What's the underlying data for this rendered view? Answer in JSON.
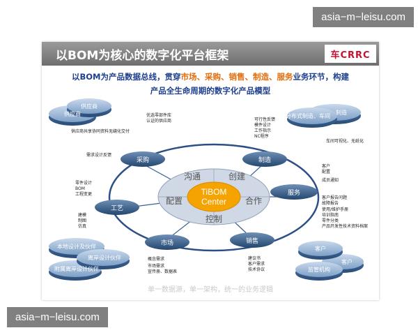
{
  "watermark": "asia−m−leisu.com",
  "slide": {
    "title": "以BOM为核心的数字化平台框架",
    "logo": "车CRRC",
    "subtitle": {
      "line1": [
        {
          "text": "以BOM为产品数据总线，贯穿",
          "hl": false
        },
        {
          "text": "市场、采购、销售、制造、服务",
          "hl": true
        },
        {
          "text": "业务环节，构建",
          "hl": false
        }
      ],
      "line2": "产品全生命周期的数字化产品模型"
    },
    "bottom_caption": "单一数据源，单一架构，统一的业务逻辑"
  },
  "colors": {
    "hub_orange": "#f5a300",
    "node_blue": "#2f5a8c",
    "ring_blue": "#2c4f86",
    "title_blue": "#1f3f8f",
    "highlight": "#e46c0a"
  },
  "hub": {
    "center_line1": "TiBOM",
    "center_line2": "Center",
    "segments": [
      "沟通",
      "创建",
      "合作",
      "控制",
      "配置"
    ]
  },
  "nodes": [
    {
      "id": "purchase",
      "label": "采购"
    },
    {
      "id": "manufacture",
      "label": "制造"
    },
    {
      "id": "service",
      "label": "服务"
    },
    {
      "id": "sales",
      "label": "销售"
    },
    {
      "id": "market",
      "label": "市场"
    },
    {
      "id": "process",
      "label": "工艺"
    }
  ],
  "disks": [
    {
      "id": "supplier",
      "label": "供应商",
      "back_label": "供应商"
    },
    {
      "id": "factory",
      "label": "分布式制造、车间",
      "back_label": "制造"
    },
    {
      "id": "local-design",
      "label": "本地设计及伙伴"
    },
    {
      "id": "offshore-design",
      "label": "离岸设计伙伴",
      "back_label": "附属离岸设计伙伴"
    },
    {
      "id": "customer",
      "label": "客户",
      "back_label": "客户"
    },
    {
      "id": "regulator",
      "label": "监管机构"
    }
  ],
  "notes": [
    {
      "id": "supplier-quality",
      "lines": [
        "优选零部件库",
        "认证的供应商"
      ]
    },
    {
      "id": "supplier-collab",
      "lines": [
        "供应商共享协同资料无缝化交付"
      ]
    },
    {
      "id": "demand-design",
      "lines": [
        "需求设计反馈"
      ]
    },
    {
      "id": "manufacture-feedback",
      "lines": [
        "可行性反馈",
        "模件设计",
        "工作指示",
        "NC程序"
      ]
    },
    {
      "id": "workshop",
      "lines": [
        "车间可视化、无纸化"
      ]
    },
    {
      "id": "service-1",
      "lines": [
        "客户",
        "配置"
      ]
    },
    {
      "id": "service-2",
      "lines": [
        "成员通知"
      ]
    },
    {
      "id": "service-3",
      "lines": [
        "客户报告问题",
        "故障报告",
        "使用/维护手册",
        "培训指南",
        "零件分类",
        "产品开发性技术资料档案"
      ]
    },
    {
      "id": "parts-design",
      "lines": [
        "零件设计",
        "BOM",
        "工程变更"
      ]
    },
    {
      "id": "process-tools",
      "lines": [
        "建模",
        "制图",
        "仿真"
      ]
    },
    {
      "id": "market-notes",
      "lines": [
        "概念需求",
        "市场需求",
        "宣传册、数据表"
      ]
    },
    {
      "id": "sales-notes",
      "lines": [
        "建议书",
        "客户需求",
        "技术协议"
      ]
    }
  ]
}
